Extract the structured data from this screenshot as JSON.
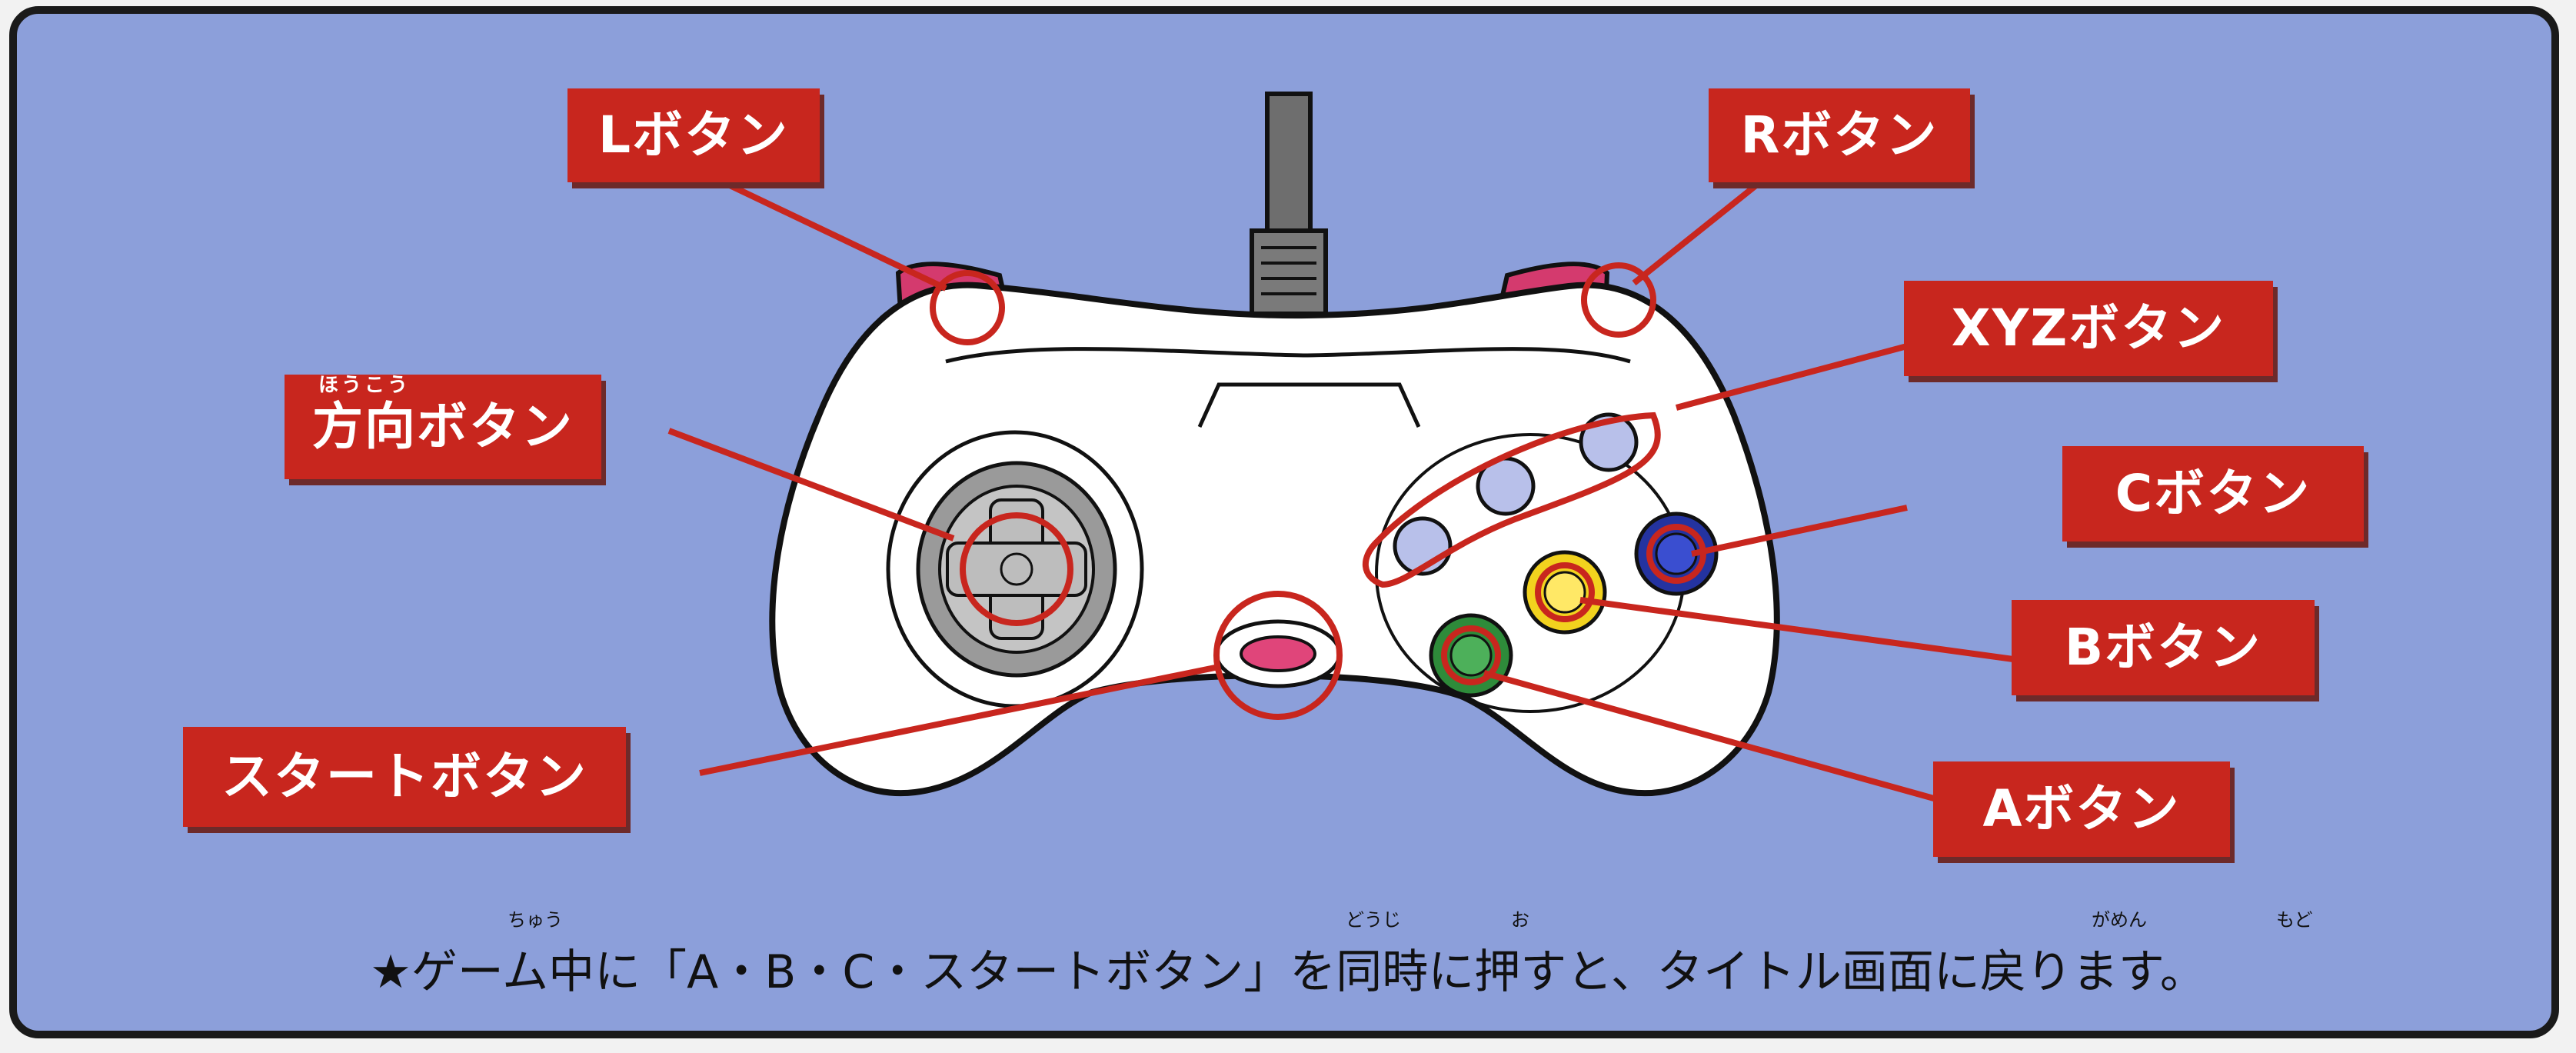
{
  "labels": {
    "l_button": "Lボタン",
    "r_button": "Rボタン",
    "xyz_button": "XYZボタン",
    "direction_button": "方向ボタン",
    "direction_ruby": "ほうこう",
    "c_button": "Cボタン",
    "b_button": "Bボタン",
    "start_button": "スタートボタン",
    "a_button": "Aボタン"
  },
  "note": {
    "text": "★ゲーム中に「A・B・C・スタートボタン」を同時に押すと、タイトル画面に戻ります。",
    "ruby_chuu": "ちゅう",
    "ruby_douji": "どうじ",
    "ruby_o": "お",
    "ruby_gamen": "がめん",
    "ruby_modo": "もど"
  },
  "colors": {
    "background": "#8c9fda",
    "label_fill": "#c8261e",
    "leader_line": "#c8261e",
    "controller_body": "#ffffff",
    "button_a": "#2e8b3a",
    "button_b": "#f2d21e",
    "button_c": "#2433a0",
    "button_xyz": "#b8c0ea",
    "start_button": "#e0457a",
    "shoulder": "#d43a6e"
  }
}
